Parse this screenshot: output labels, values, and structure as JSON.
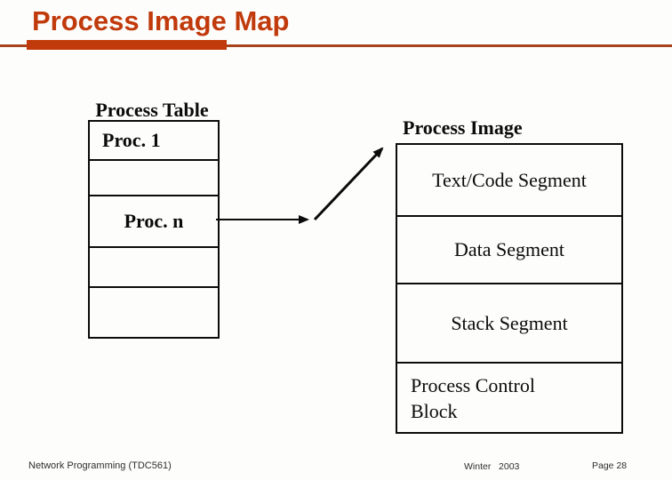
{
  "slide": {
    "title": "Process Image Map"
  },
  "colors": {
    "accent": "#c13a0c",
    "rule": "#a9431c",
    "diagram_ink": "#0b0b0b"
  },
  "process_table": {
    "label": "Process Table",
    "rows": [
      {
        "label": "Proc. 1"
      },
      {
        "label": ""
      },
      {
        "label": "Proc. n"
      },
      {
        "label": ""
      },
      {
        "label": ""
      }
    ]
  },
  "process_image": {
    "label": "Process Image",
    "segments": [
      {
        "label": "Text/Code Segment"
      },
      {
        "label": "Data Segment"
      },
      {
        "label": "Stack Segment"
      },
      {
        "label": "Process Control Block"
      }
    ]
  },
  "arrows": [
    {
      "name": "proc-n-to-bend",
      "description": "horizontal arrow from Proc. n row"
    },
    {
      "name": "bend-to-process-image",
      "description": "diagonal arrow to Process Image box"
    }
  ],
  "footer": {
    "course": "Network Programming (TDC561)",
    "term": "Winter 2003",
    "page": "Page 28"
  }
}
